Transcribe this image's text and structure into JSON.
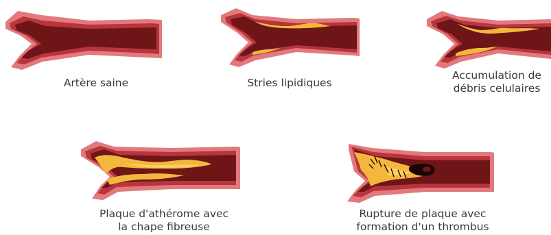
{
  "stages": [
    {
      "label_lines": [
        "Artère saine"
      ],
      "condition": "healthy"
    },
    {
      "label_lines": [
        "Stries lipidiques"
      ],
      "condition": "fatty-streaks"
    },
    {
      "label_lines": [
        "Accumulation de",
        "débris celulaires"
      ],
      "condition": "debris-buildup"
    },
    {
      "label_lines": [
        "Plaque d'athérome avec",
        "la chape fibreuse"
      ],
      "condition": "atheroma-plaque"
    },
    {
      "label_lines": [
        "Rupture de plaque avec",
        "formation d'un thrombus"
      ],
      "condition": "rupture-thrombus"
    }
  ],
  "colors": {
    "outer_wall": "#e2797c",
    "inner_wall": "#b8353d",
    "lumen": "#6e1517",
    "fat": "#f4b73d",
    "fat_light": "#f9d15c",
    "thrombus": "#1a0606"
  }
}
